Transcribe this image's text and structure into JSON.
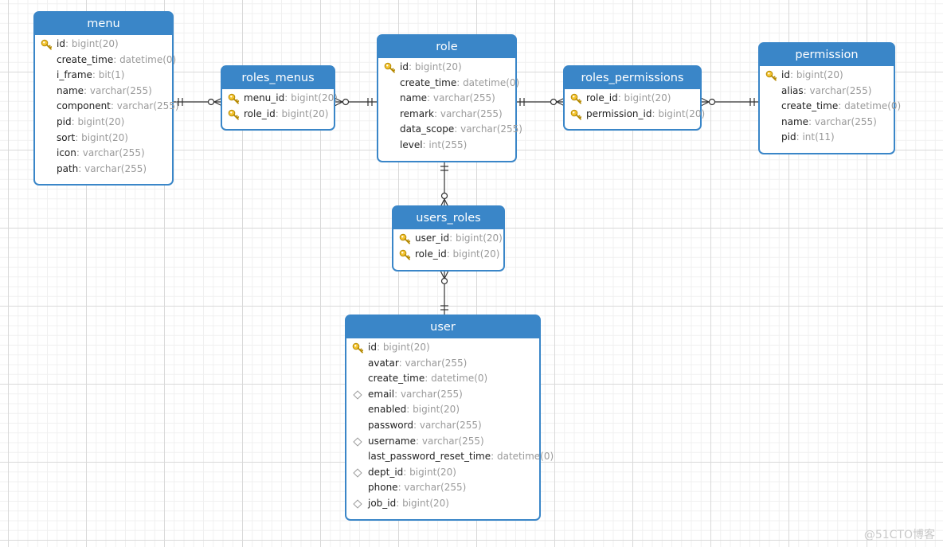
{
  "tables": [
    {
      "id": "menu",
      "title": "menu",
      "columns": [
        {
          "name": "id",
          "type": "bigint(20)",
          "marker": "pk"
        },
        {
          "name": "create_time",
          "type": "datetime(0)",
          "marker": "none"
        },
        {
          "name": "i_frame",
          "type": "bit(1)",
          "marker": "none"
        },
        {
          "name": "name",
          "type": "varchar(255)",
          "marker": "none"
        },
        {
          "name": "component",
          "type": "varchar(255)",
          "marker": "none"
        },
        {
          "name": "pid",
          "type": "bigint(20)",
          "marker": "none"
        },
        {
          "name": "sort",
          "type": "bigint(20)",
          "marker": "none"
        },
        {
          "name": "icon",
          "type": "varchar(255)",
          "marker": "none"
        },
        {
          "name": "path",
          "type": "varchar(255)",
          "marker": "none"
        }
      ]
    },
    {
      "id": "roles_menus",
      "title": "roles_menus",
      "columns": [
        {
          "name": "menu_id",
          "type": "bigint(20)",
          "marker": "pk"
        },
        {
          "name": "role_id",
          "type": "bigint(20)",
          "marker": "pk"
        }
      ]
    },
    {
      "id": "role",
      "title": "role",
      "columns": [
        {
          "name": "id",
          "type": "bigint(20)",
          "marker": "pk"
        },
        {
          "name": "create_time",
          "type": "datetime(0)",
          "marker": "none"
        },
        {
          "name": "name",
          "type": "varchar(255)",
          "marker": "none"
        },
        {
          "name": "remark",
          "type": "varchar(255)",
          "marker": "none"
        },
        {
          "name": "data_scope",
          "type": "varchar(255)",
          "marker": "none"
        },
        {
          "name": "level",
          "type": "int(255)",
          "marker": "none"
        }
      ]
    },
    {
      "id": "roles_permissions",
      "title": "roles_permissions",
      "columns": [
        {
          "name": "role_id",
          "type": "bigint(20)",
          "marker": "pk"
        },
        {
          "name": "permission_id",
          "type": "bigint(20)",
          "marker": "pk"
        }
      ]
    },
    {
      "id": "permission",
      "title": "permission",
      "columns": [
        {
          "name": "id",
          "type": "bigint(20)",
          "marker": "pk"
        },
        {
          "name": "alias",
          "type": "varchar(255)",
          "marker": "none"
        },
        {
          "name": "create_time",
          "type": "datetime(0)",
          "marker": "none"
        },
        {
          "name": "name",
          "type": "varchar(255)",
          "marker": "none"
        },
        {
          "name": "pid",
          "type": "int(11)",
          "marker": "none"
        }
      ]
    },
    {
      "id": "users_roles",
      "title": "users_roles",
      "columns": [
        {
          "name": "user_id",
          "type": "bigint(20)",
          "marker": "pk"
        },
        {
          "name": "role_id",
          "type": "bigint(20)",
          "marker": "pk"
        }
      ]
    },
    {
      "id": "user",
      "title": "user",
      "columns": [
        {
          "name": "id",
          "type": "bigint(20)",
          "marker": "pk"
        },
        {
          "name": "avatar",
          "type": "varchar(255)",
          "marker": "none"
        },
        {
          "name": "create_time",
          "type": "datetime(0)",
          "marker": "none"
        },
        {
          "name": "email",
          "type": "varchar(255)",
          "marker": "index"
        },
        {
          "name": "enabled",
          "type": "bigint(20)",
          "marker": "none"
        },
        {
          "name": "password",
          "type": "varchar(255)",
          "marker": "none"
        },
        {
          "name": "username",
          "type": "varchar(255)",
          "marker": "index"
        },
        {
          "name": "last_password_reset_time",
          "type": "datetime(0)",
          "marker": "none"
        },
        {
          "name": "dept_id",
          "type": "bigint(20)",
          "marker": "index"
        },
        {
          "name": "phone",
          "type": "varchar(255)",
          "marker": "none"
        },
        {
          "name": "job_id",
          "type": "bigint(20)",
          "marker": "index"
        }
      ]
    }
  ],
  "relationships": [
    {
      "from": "menu",
      "to": "roles_menus",
      "from_end": "one",
      "to_end": "zero-or-many"
    },
    {
      "from": "roles_menus",
      "to": "role",
      "from_end": "zero-or-many",
      "to_end": "one"
    },
    {
      "from": "role",
      "to": "roles_permissions",
      "from_end": "one",
      "to_end": "zero-or-many"
    },
    {
      "from": "roles_permissions",
      "to": "permission",
      "from_end": "zero-or-many",
      "to_end": "one"
    },
    {
      "from": "role",
      "to": "users_roles",
      "from_end": "one",
      "to_end": "zero-or-many"
    },
    {
      "from": "users_roles",
      "to": "user",
      "from_end": "zero-or-many",
      "to_end": "one"
    }
  ],
  "style": {
    "header_color": "#3a86c8",
    "type_color": "#9a9a9a",
    "key_color": "#f0b400"
  },
  "watermark": "@51CTO博客"
}
